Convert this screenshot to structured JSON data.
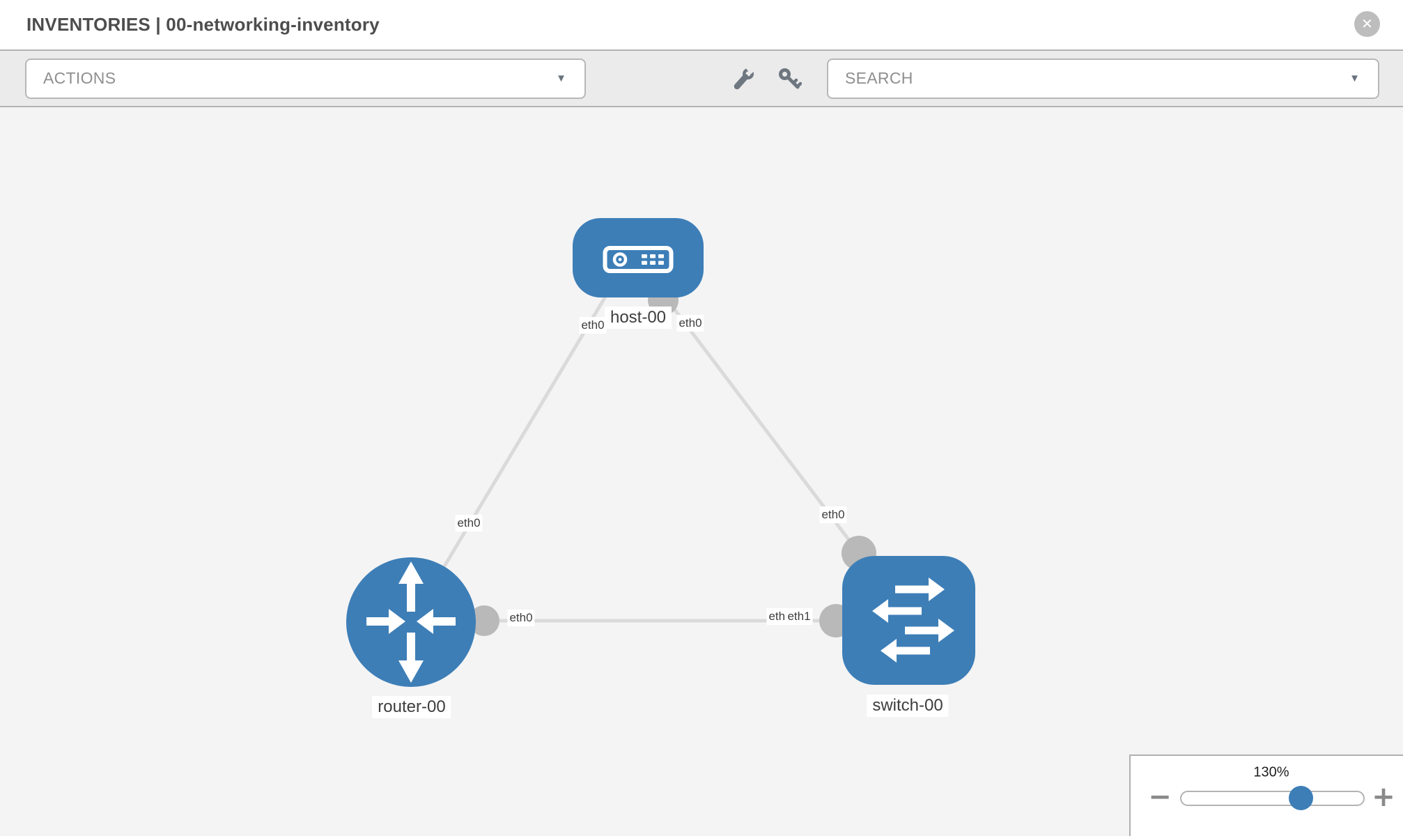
{
  "header": {
    "title": "INVENTORIES | 00-networking-inventory",
    "close_glyph": "✕"
  },
  "toolbar": {
    "actions_label": "ACTIONS",
    "search_label": "SEARCH",
    "caret_glyph": "▼",
    "icons": [
      "wrench-icon",
      "key-icon"
    ]
  },
  "topology": {
    "nodes": [
      {
        "id": "host-00",
        "type": "host",
        "label": "host-00"
      },
      {
        "id": "router-00",
        "type": "router",
        "label": "router-00"
      },
      {
        "id": "switch-00",
        "type": "switch",
        "label": "switch-00"
      }
    ],
    "links": [
      {
        "from": "router-00",
        "to": "host-00",
        "from_interface": "eth0",
        "to_interface": "eth0"
      },
      {
        "from": "host-00",
        "to": "switch-00",
        "from_interface": "eth0",
        "to_interface": "eth0"
      },
      {
        "from": "router-00",
        "to": "switch-00",
        "from_interface": "eth0",
        "to_interface": "eth1"
      }
    ],
    "interface_labels": [
      {
        "text": "eth0"
      },
      {
        "text": "eth0"
      },
      {
        "text": "eth0"
      },
      {
        "text": "eth0"
      },
      {
        "text": "eth0"
      },
      {
        "text": "eth0"
      },
      {
        "text": "eth1"
      }
    ]
  },
  "zoom_control": {
    "value": "130%",
    "minus_glyph": "−",
    "plus_glyph": "+"
  },
  "colors": {
    "node_blue": "#3d7eb7",
    "link_gray": "#dadada",
    "endpoint_gray": "#b9b9b9",
    "canvas_bg": "#f4f4f4",
    "toolbar_bg": "#ebebeb",
    "border_gray": "#b3b3b3"
  }
}
